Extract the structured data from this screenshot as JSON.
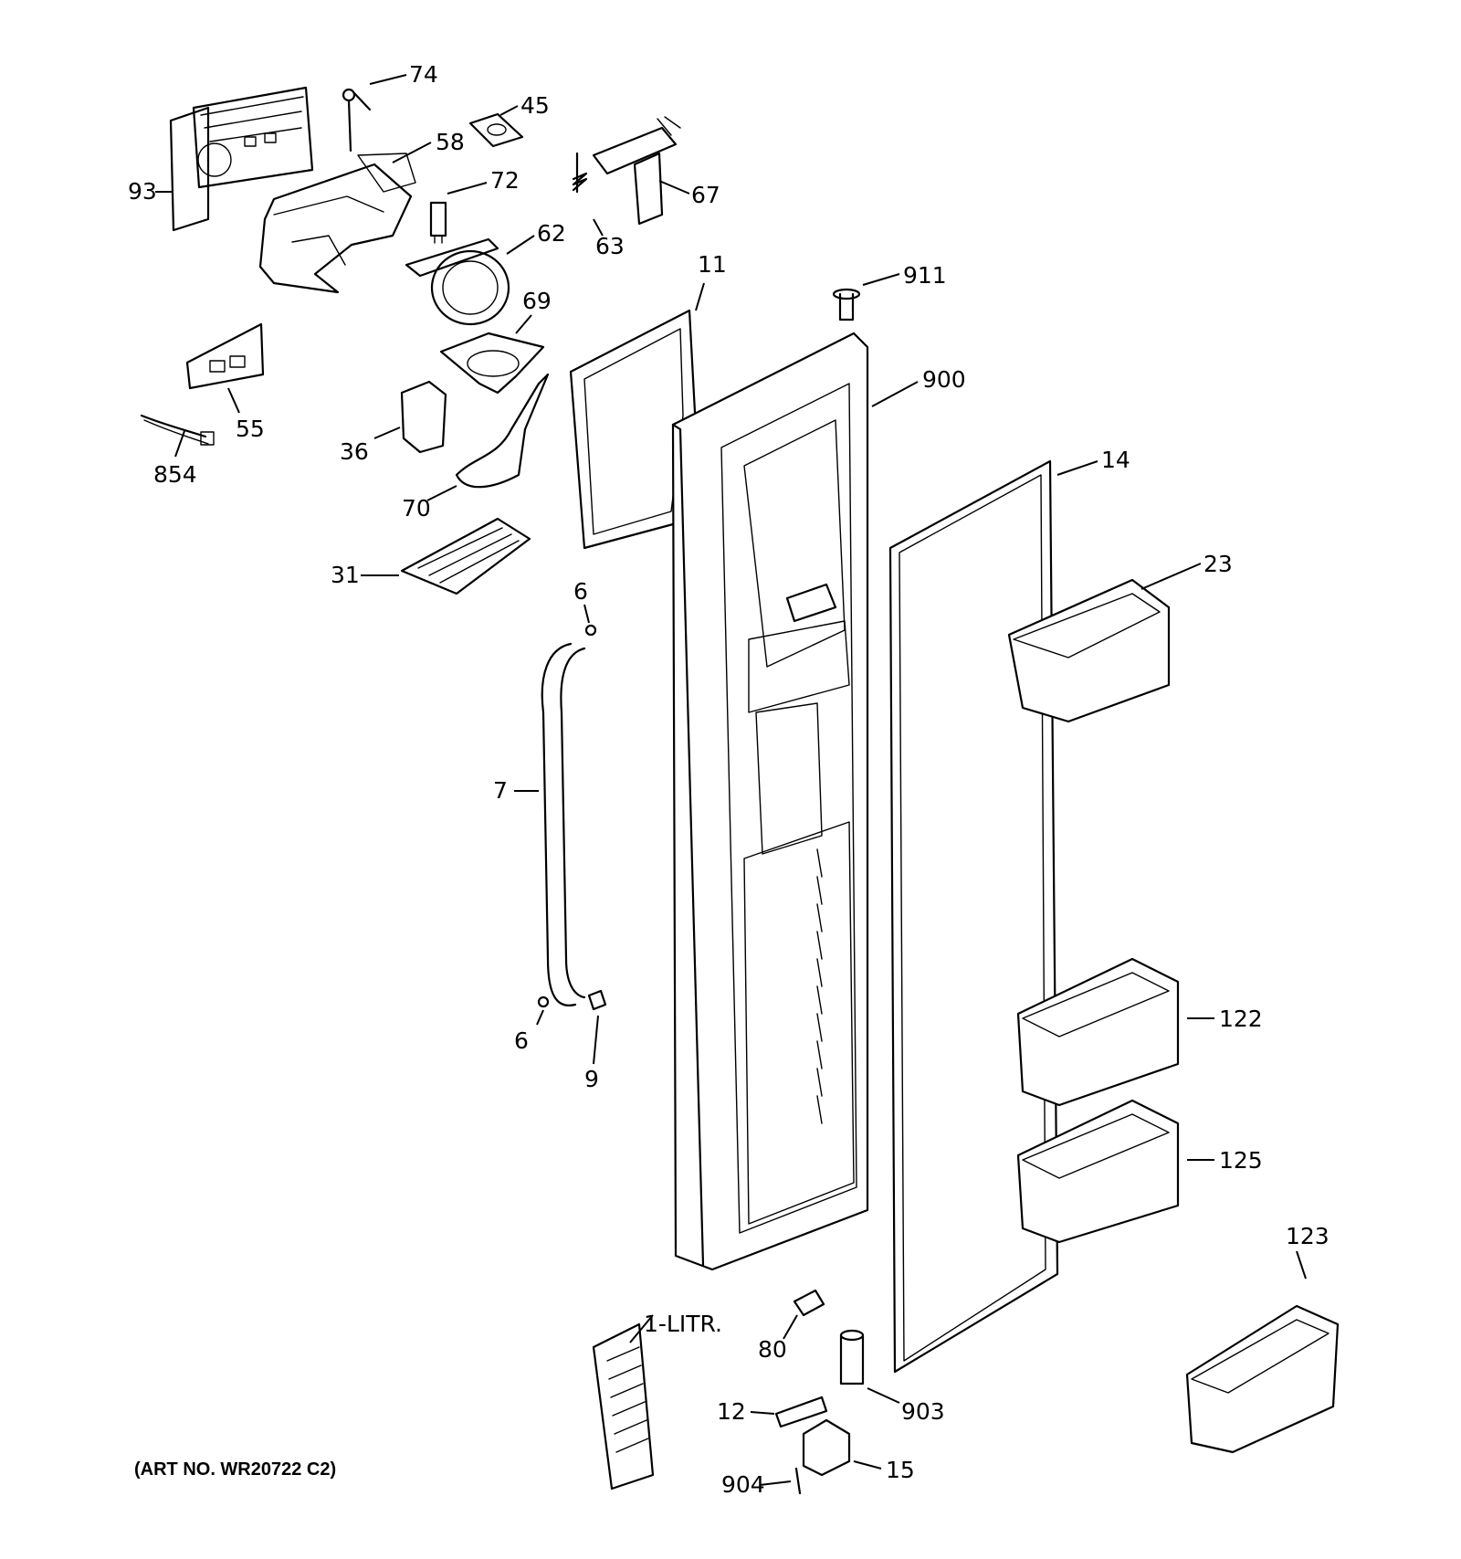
{
  "art_number": "(ART NO. WR20722 C2)",
  "parts": {
    "p74": "74",
    "p45": "45",
    "p58": "58",
    "p93": "93",
    "p72": "72",
    "p67": "67",
    "p63": "63",
    "p62": "62",
    "p11": "11",
    "p911": "911",
    "p69": "69",
    "p900": "900",
    "p55": "55",
    "p36": "36",
    "p854": "854",
    "p70": "70",
    "p14": "14",
    "p31": "31",
    "p23": "23",
    "p6a": "6",
    "p7": "7",
    "p6b": "6",
    "p9": "9",
    "p122": "122",
    "p125": "125",
    "p123": "123",
    "p1litr": "1-LITR.",
    "p80": "80",
    "p903": "903",
    "p12": "12",
    "p904": "904",
    "p15": "15"
  }
}
